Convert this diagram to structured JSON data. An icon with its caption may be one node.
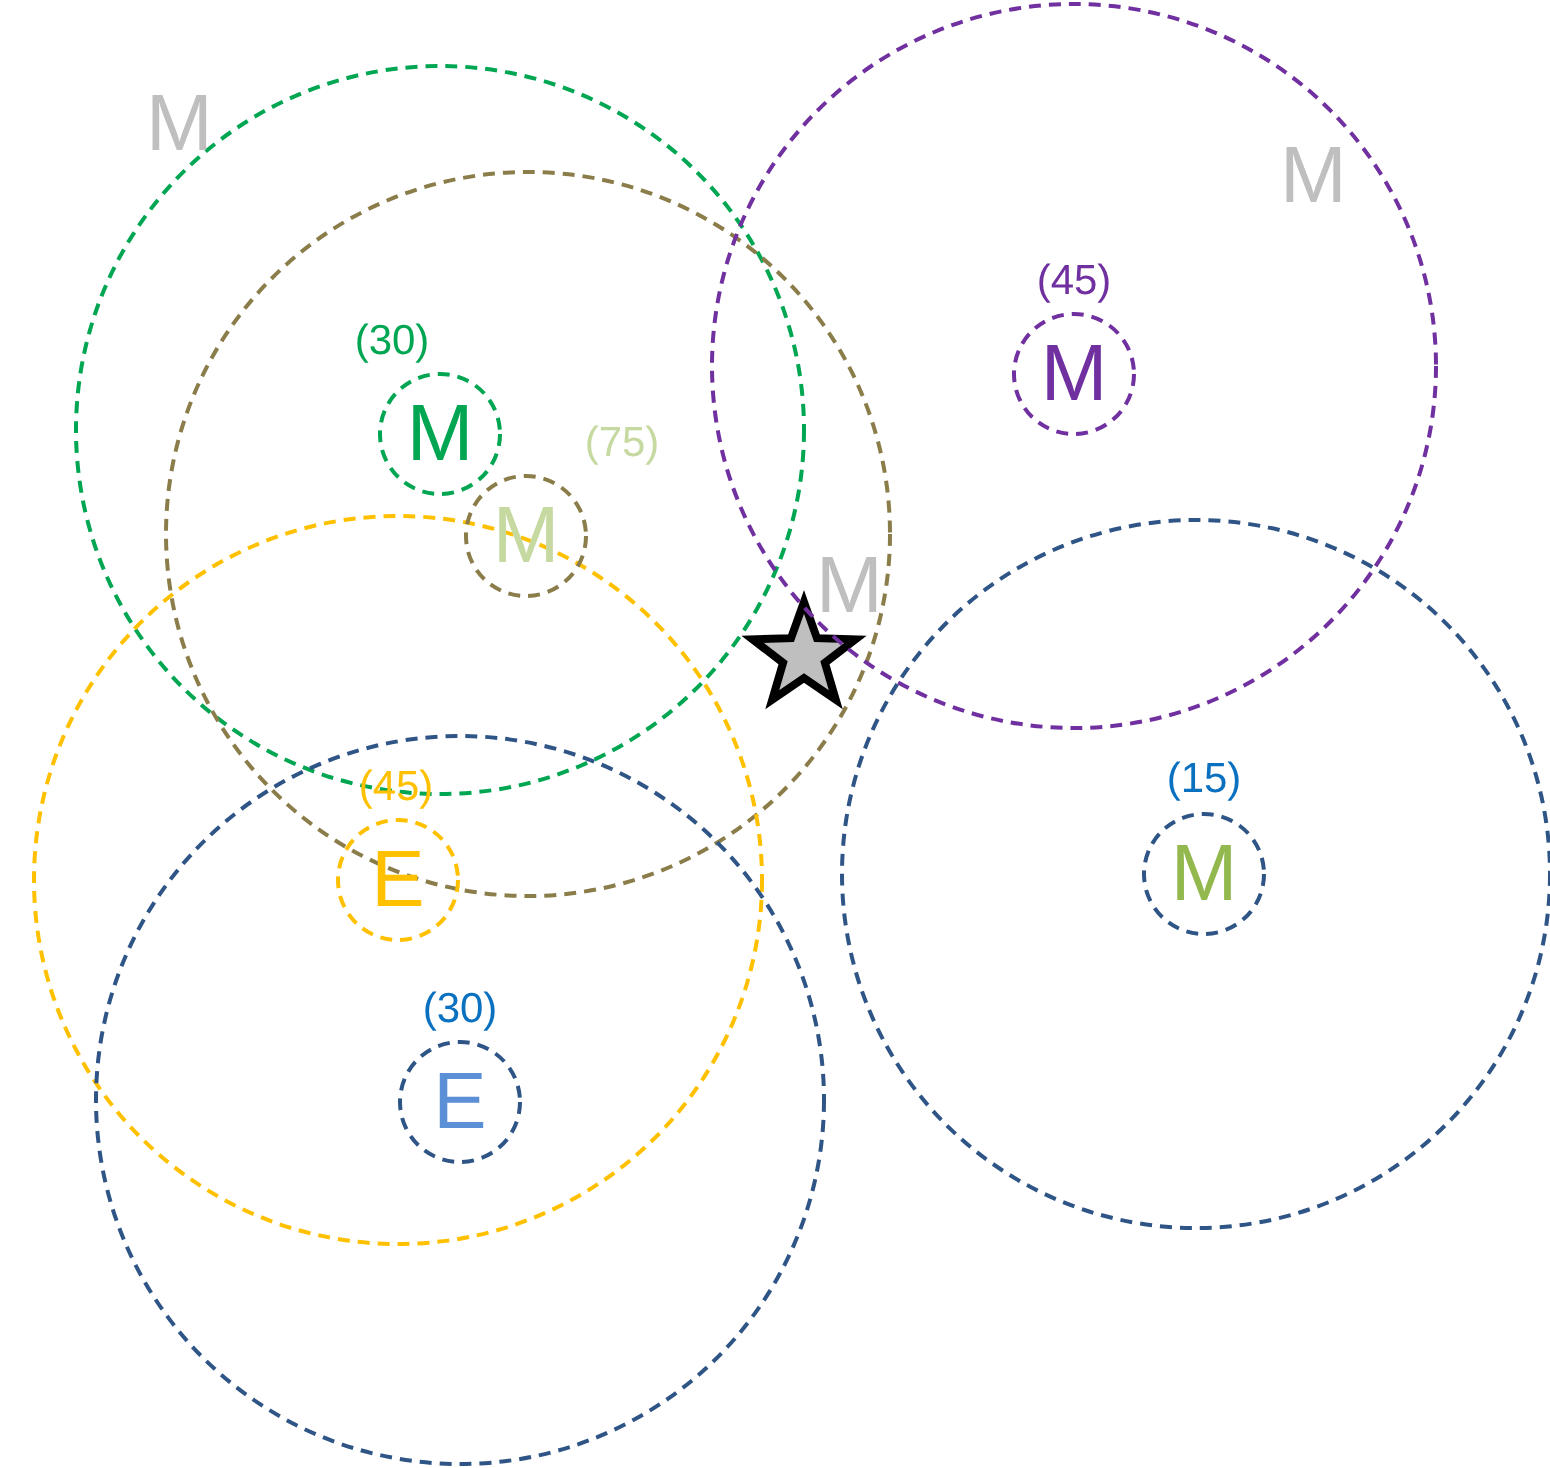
{
  "diagram": {
    "nodes": [
      {
        "text": [],
        "shape": "circle"
      },
      {
        "text": [],
        "shape": "circle"
      },
      {
        "text": [],
        "shape": "circle"
      },
      {
        "text": [
          "M"
        ],
        "beside": [
          "(45)"
        ],
        "in": 2
      },
      {
        "text": [
          "M"
        ],
        "beside": [
          "(30)"
        ]
      },
      {
        "text": [
          "M"
        ],
        "beside": [
          "(75)"
        ]
      },
      {
        "text": [],
        "shape": "circle"
      },
      {
        "text": [],
        "shape": "circle"
      },
      {
        "text": [
          "E"
        ],
        "beside": [
          "(45)"
        ]
      },
      {
        "text": [
          "M"
        ],
        "beside": [
          "(15)"
        ],
        "in": 7
      },
      {
        "text": [],
        "shape": "circle"
      },
      {
        "text": [
          "E"
        ],
        "beside": [
          "(30)"
        ]
      },
      {
        "text": [],
        "shape": "star",
        "in": 1
      }
    ],
    "labels": [
      "M",
      "M",
      "M"
    ]
  }
}
